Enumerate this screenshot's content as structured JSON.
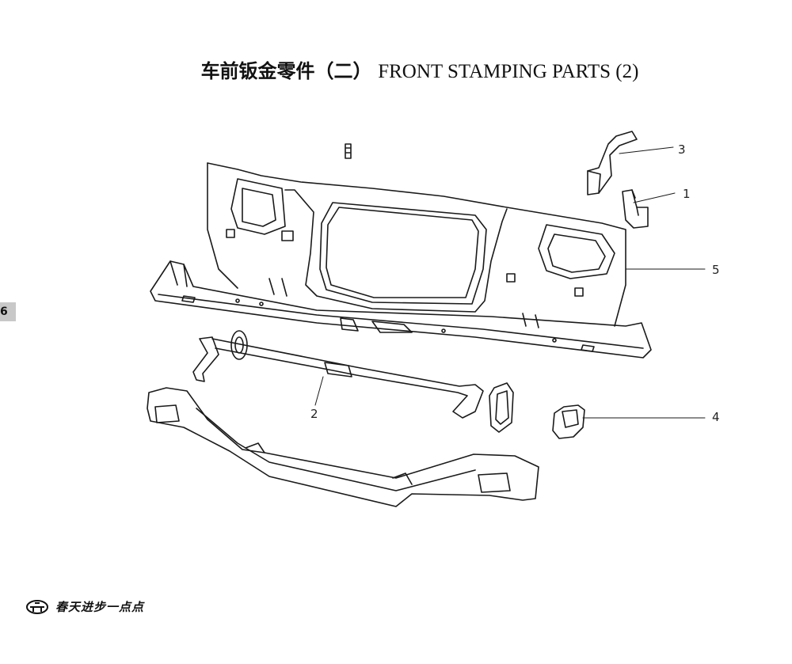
{
  "page": {
    "title_zh": "车前钣金零件（二）",
    "title_en": "FRONT STAMPING PARTS (2)",
    "page_tab": "6"
  },
  "callouts": [
    {
      "id": "1",
      "label": "1"
    },
    {
      "id": "2",
      "label": "2"
    },
    {
      "id": "3",
      "label": "3"
    },
    {
      "id": "4",
      "label": "4"
    },
    {
      "id": "5",
      "label": "5"
    }
  ],
  "footer": {
    "brand_text": "春天进步一点点",
    "logo_icon": "great-wall-logo-icon"
  },
  "colors": {
    "line": "#1a1a1a",
    "tab": "#c8c8c8"
  }
}
